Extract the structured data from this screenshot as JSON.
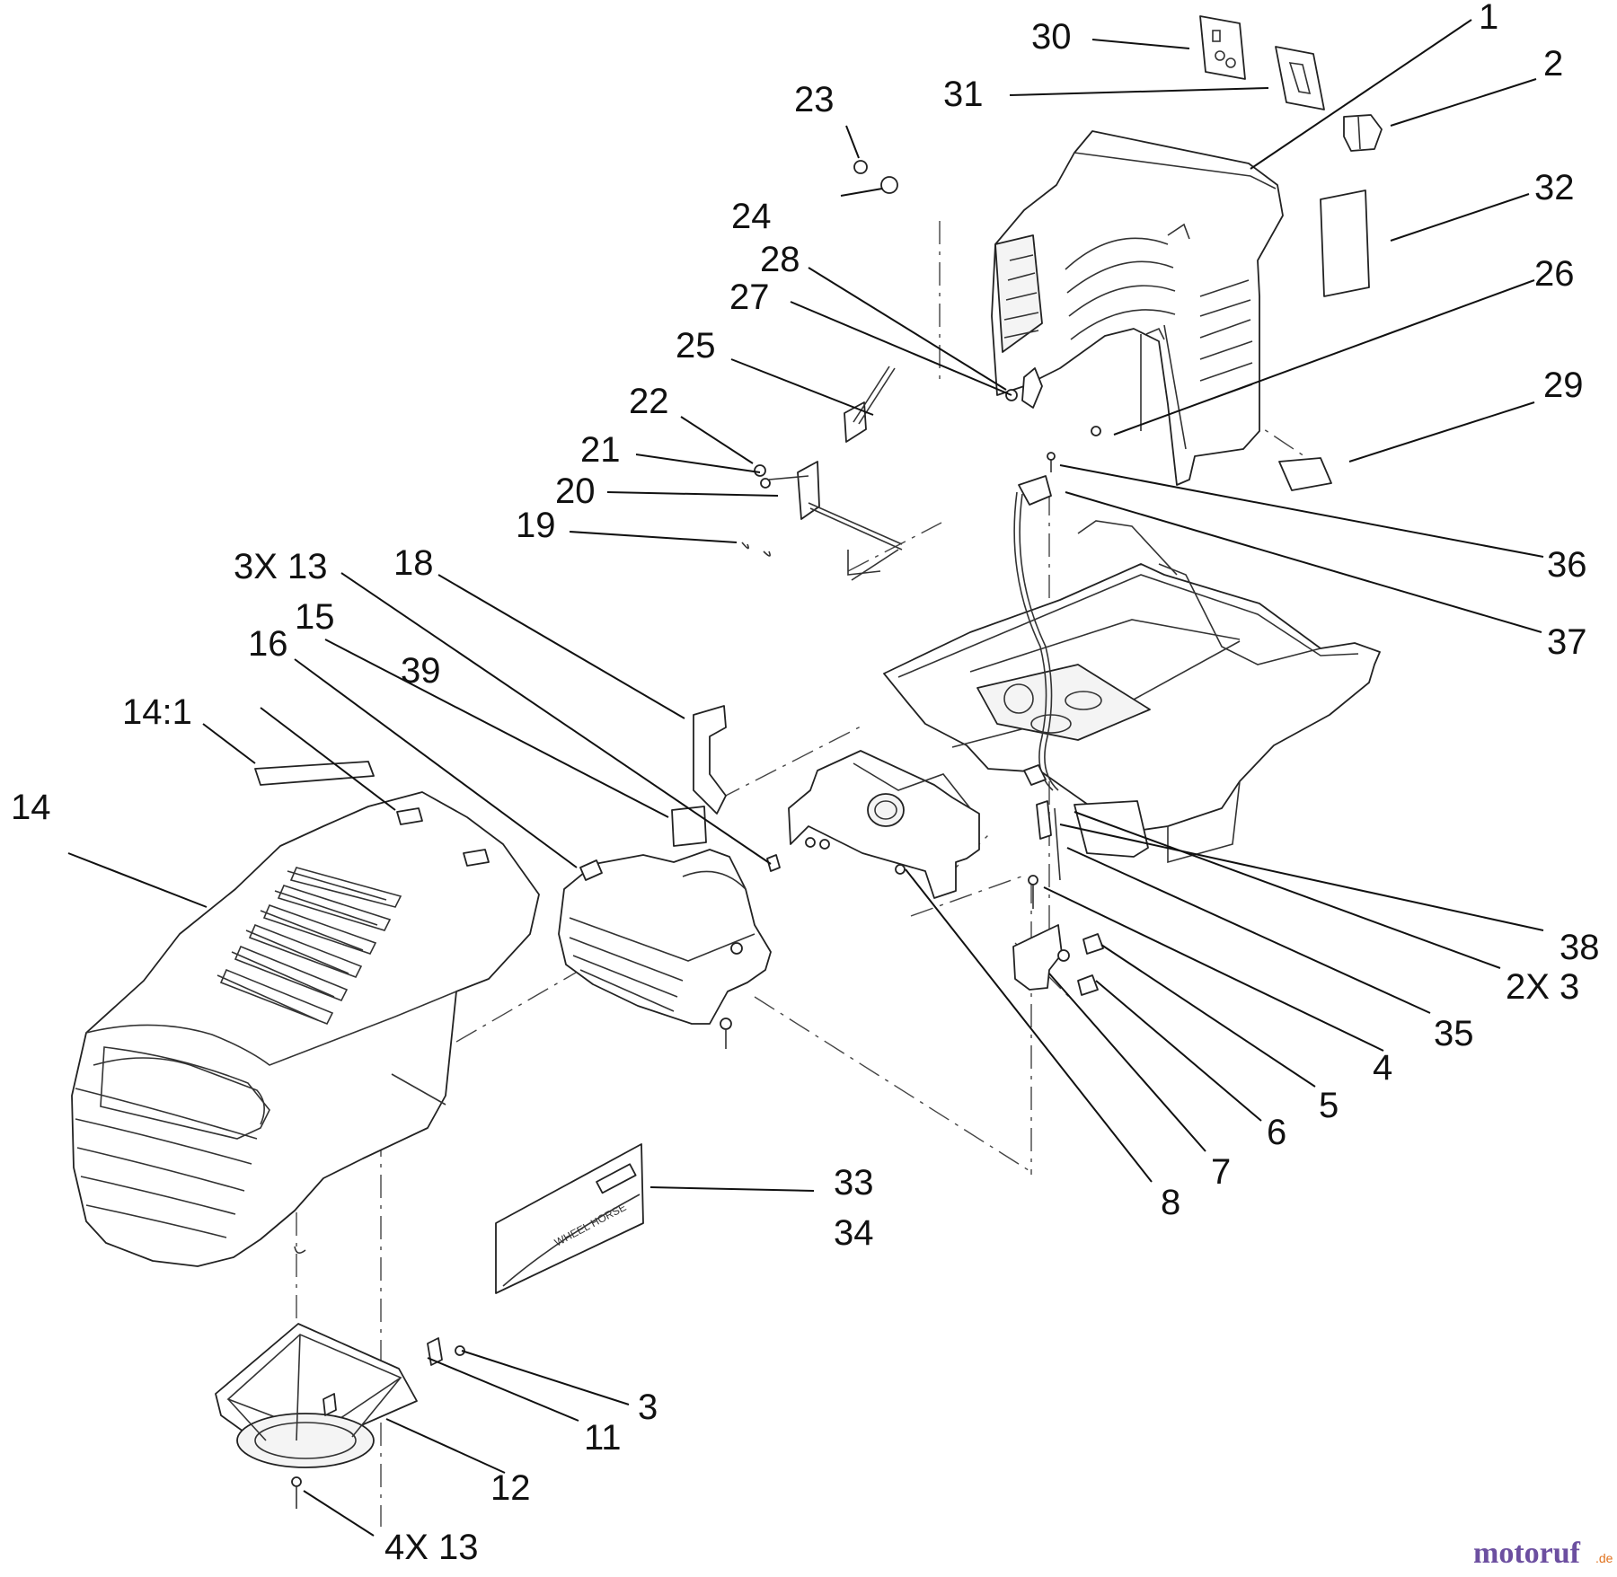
{
  "diagram": {
    "callouts": [
      {
        "id": "c1",
        "text": "1"
      },
      {
        "id": "c2",
        "text": "2"
      },
      {
        "id": "c3",
        "text": "3"
      },
      {
        "id": "c4",
        "text": "4"
      },
      {
        "id": "c5",
        "text": "5"
      },
      {
        "id": "c6",
        "text": "6"
      },
      {
        "id": "c7",
        "text": "7"
      },
      {
        "id": "c8",
        "text": "8"
      },
      {
        "id": "c11",
        "text": "11"
      },
      {
        "id": "c12",
        "text": "12"
      },
      {
        "id": "c14",
        "text": "14"
      },
      {
        "id": "c14-1",
        "text": "14:1"
      },
      {
        "id": "c15",
        "text": "15"
      },
      {
        "id": "c16",
        "text": "16"
      },
      {
        "id": "c18",
        "text": "18"
      },
      {
        "id": "c19",
        "text": "19"
      },
      {
        "id": "c20",
        "text": "20"
      },
      {
        "id": "c21",
        "text": "21"
      },
      {
        "id": "c22",
        "text": "22"
      },
      {
        "id": "c23",
        "text": "23"
      },
      {
        "id": "c24",
        "text": "24"
      },
      {
        "id": "c25",
        "text": "25"
      },
      {
        "id": "c26",
        "text": "26"
      },
      {
        "id": "c27",
        "text": "27"
      },
      {
        "id": "c28",
        "text": "28"
      },
      {
        "id": "c29",
        "text": "29"
      },
      {
        "id": "c30",
        "text": "30"
      },
      {
        "id": "c31",
        "text": "31"
      },
      {
        "id": "c32",
        "text": "32"
      },
      {
        "id": "c33",
        "text": "33"
      },
      {
        "id": "c34",
        "text": "34"
      },
      {
        "id": "c35",
        "text": "35"
      },
      {
        "id": "c36",
        "text": "36"
      },
      {
        "id": "c37",
        "text": "37"
      },
      {
        "id": "c38",
        "text": "38"
      },
      {
        "id": "c39",
        "text": "39"
      },
      {
        "id": "c2x3",
        "text": "2X 3"
      },
      {
        "id": "c3x13",
        "text": "3X 13"
      },
      {
        "id": "c4x13",
        "text": "4X 13"
      }
    ],
    "decal_text": "WHEEL HORSE"
  },
  "watermark": {
    "main": "motoruf",
    "suffix": ".de",
    "colors": {
      "main": "#6c4fa0",
      "dot": "#e0721e"
    }
  }
}
